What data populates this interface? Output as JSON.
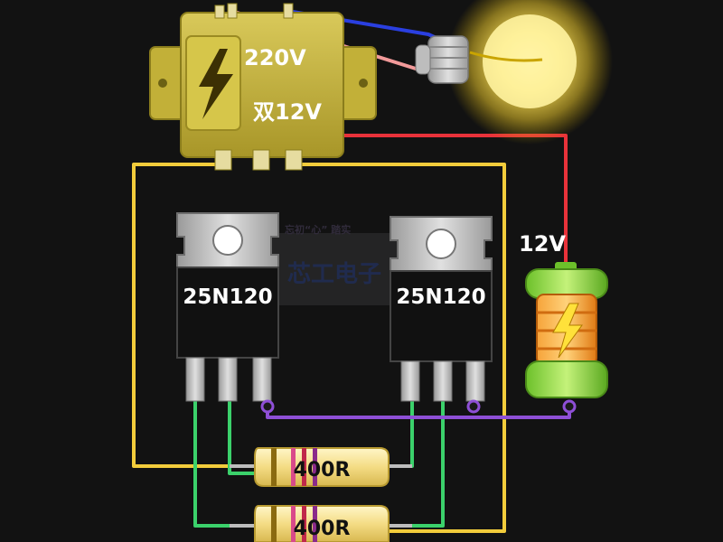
{
  "transformer": {
    "primary_label": "220V",
    "secondary_label": "双12V"
  },
  "lamp": {
    "icon": "light-bulb-icon"
  },
  "battery": {
    "label": "12V",
    "icon": "lightning-bolt-icon"
  },
  "transistors": [
    {
      "label": "25N120"
    },
    {
      "label": "25N120"
    }
  ],
  "resistors": [
    {
      "label": "400R"
    },
    {
      "label": "400R"
    }
  ],
  "watermark": {
    "line1": "忘初“心” 踏实",
    "line2": "芯工电子"
  },
  "colors": {
    "background": "#121212",
    "wire_yellow": "#f2cc3b",
    "wire_green": "#3bd16b",
    "wire_purple": "#8e4fd6",
    "wire_red": "#e8323a",
    "wire_blue": "#2a3fe0",
    "wire_pink": "#f29a9a",
    "transformer_gold": "#c8b43a",
    "battery_green": "#8fdc3a",
    "battery_orange": "#f08a24"
  }
}
